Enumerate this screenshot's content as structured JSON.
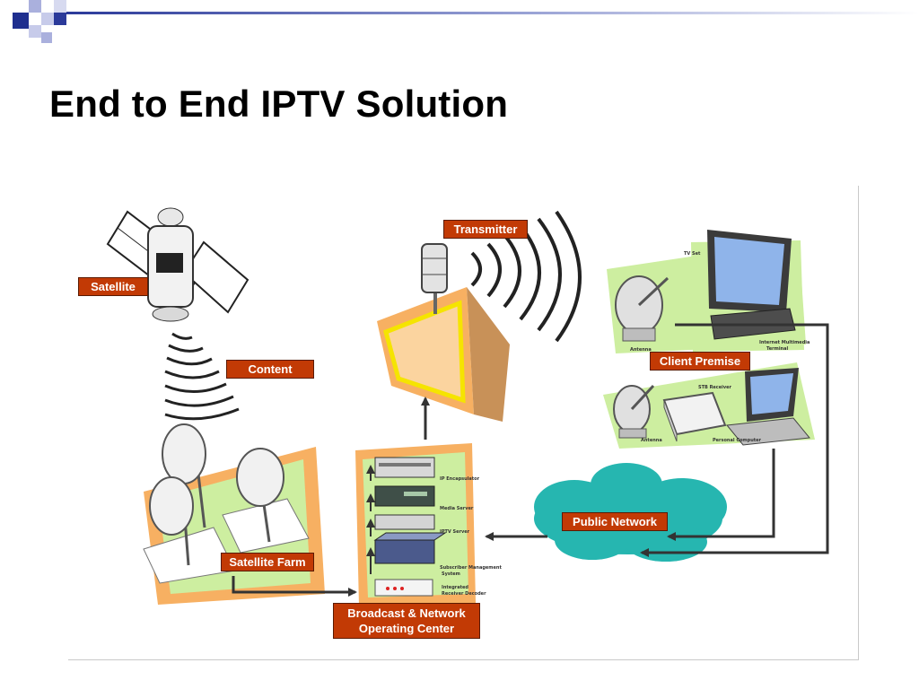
{
  "slide": {
    "title": "End to End IPTV Solution"
  },
  "labels": {
    "satellite": "Satellite",
    "content": "Content",
    "satellite_farm": "Satellite Farm",
    "transmitter": "Transmitter",
    "client_premise": "Client Premise",
    "public_network": "Public Network",
    "bnoc_line1": "Broadcast & Network",
    "bnoc_line2": "Operating Center"
  },
  "colors": {
    "label_bg": "#c23a05",
    "pad_orange": "#f7b062",
    "pad_green": "#cdeea0",
    "cloud": "#26b6b0",
    "connector": "#333333",
    "accent_blue": "#1f2f8f"
  }
}
